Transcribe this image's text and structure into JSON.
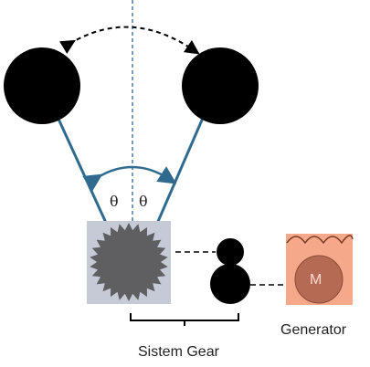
{
  "labels": {
    "theta_left": "θ",
    "theta_right": "θ",
    "motor_symbol": "M",
    "gear_system": "Sistem Gear",
    "generator": "Generator"
  },
  "colors": {
    "pendulum_bob": "#000000",
    "rod": "#2f6b8e",
    "axis_dashed": "#2f6b8e",
    "gear_box": "#c5cad6",
    "gear": "#5f5f61",
    "generator_fill": "#f6a98a",
    "generator_outline": "#b0613e",
    "motor_circle": "#b56a54"
  },
  "icons": {
    "swing_arrow": "double-headed-curved-arrow",
    "angle_arc": "double-headed-arc-arrow",
    "coil": "coil-icon"
  }
}
